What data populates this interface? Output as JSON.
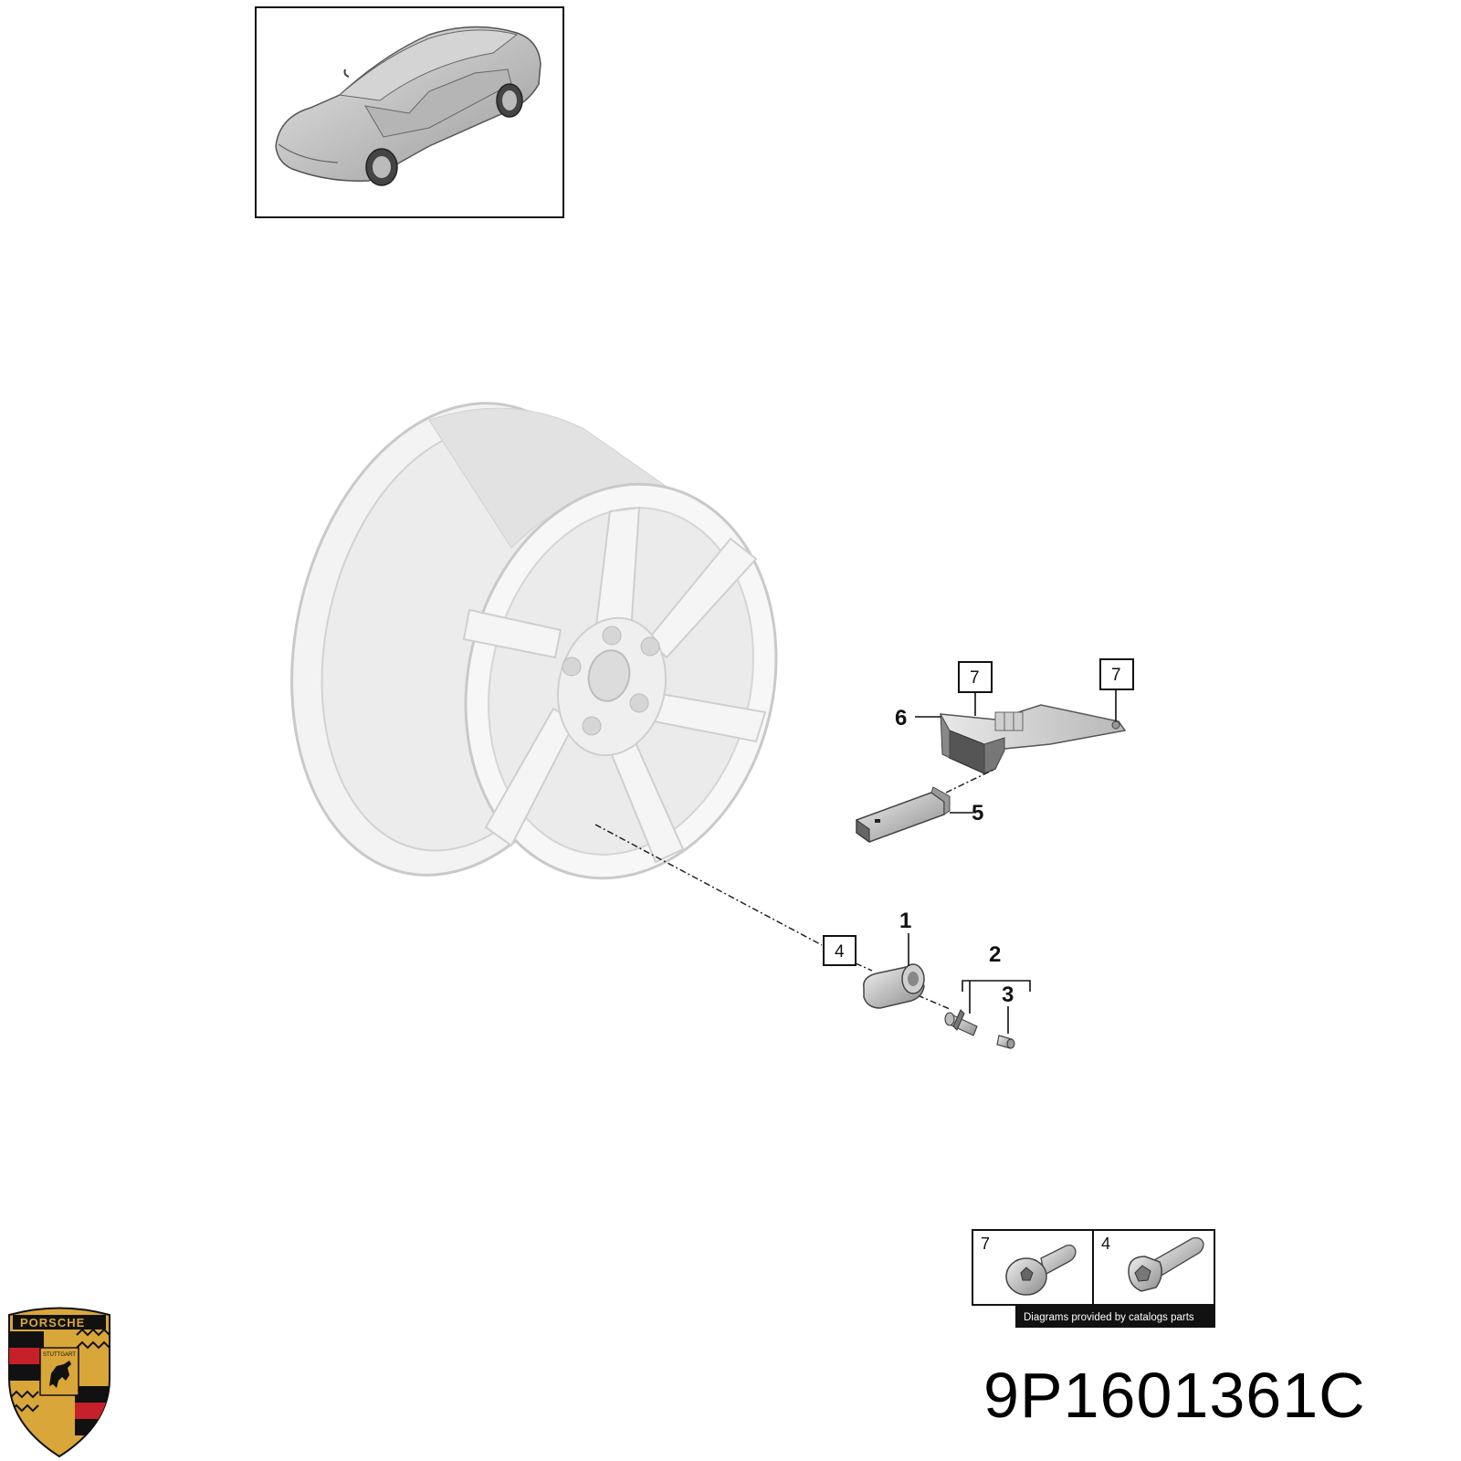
{
  "diagram": {
    "part_number": "9P1601361C",
    "credit": "Diagrams provided by catalogs parts",
    "logo": {
      "text": "PORSCHE",
      "city": "STUTTGART",
      "colors": {
        "gold": "#d9a63a",
        "red": "#c6202a",
        "black": "#111111"
      }
    },
    "callouts": {
      "c1": "1",
      "c2": "2",
      "c3": "3",
      "c5": "5",
      "c6": "6"
    },
    "boxed": {
      "b4": "4",
      "b7a": "7",
      "b7b": "7"
    },
    "legend": {
      "l7": "7",
      "l4": "4"
    }
  }
}
